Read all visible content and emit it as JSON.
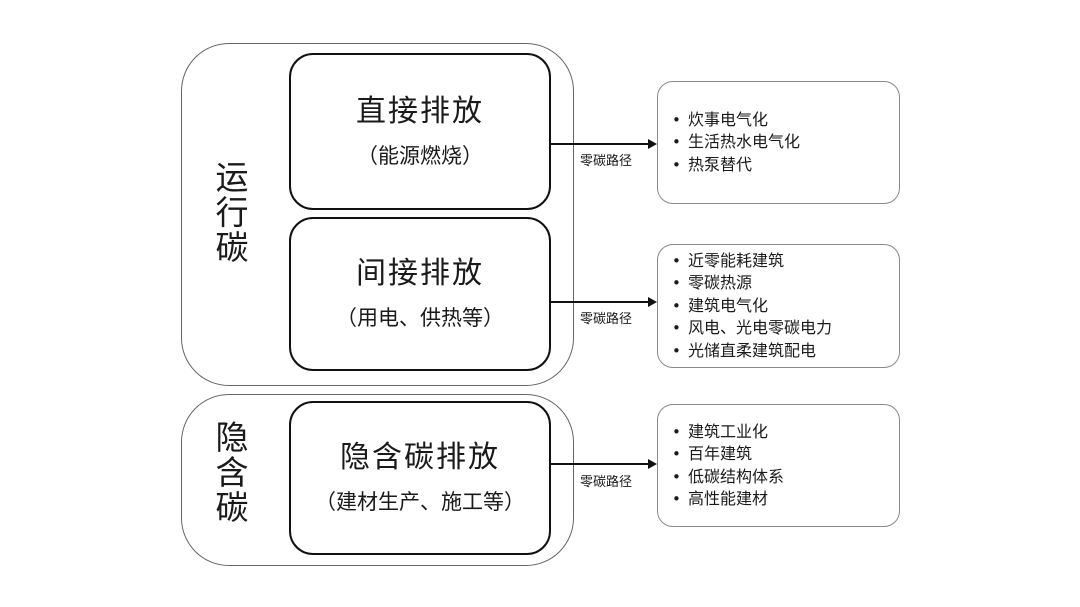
{
  "groups": {
    "operational": {
      "label": "运行碳"
    },
    "embodied": {
      "label": "隐含碳"
    }
  },
  "boxes": {
    "direct": {
      "title": "直接排放",
      "subtitle": "（能源燃烧）"
    },
    "indirect": {
      "title": "间接排放",
      "subtitle": "（用电、供热等）"
    },
    "embodied": {
      "title": "隐含碳排放",
      "subtitle": "（建材生产、施工等）"
    }
  },
  "arrow_label": "零碳路径",
  "pathways": {
    "direct": {
      "items": [
        "炊事电气化",
        "生活热水电气化",
        "热泵替代"
      ]
    },
    "indirect": {
      "items": [
        "近零能耗建筑",
        "零碳热源",
        "建筑电气化",
        "风电、光电零碳电力",
        "光储直柔建筑配电"
      ]
    },
    "embodied": {
      "items": [
        "建筑工业化",
        "百年建筑",
        "低碳结构体系",
        "高性能建材"
      ]
    }
  },
  "colors": {
    "outline": "#111111",
    "group_outline": "#666666",
    "path_outline": "#8a8a8a",
    "background": "#ffffff"
  }
}
